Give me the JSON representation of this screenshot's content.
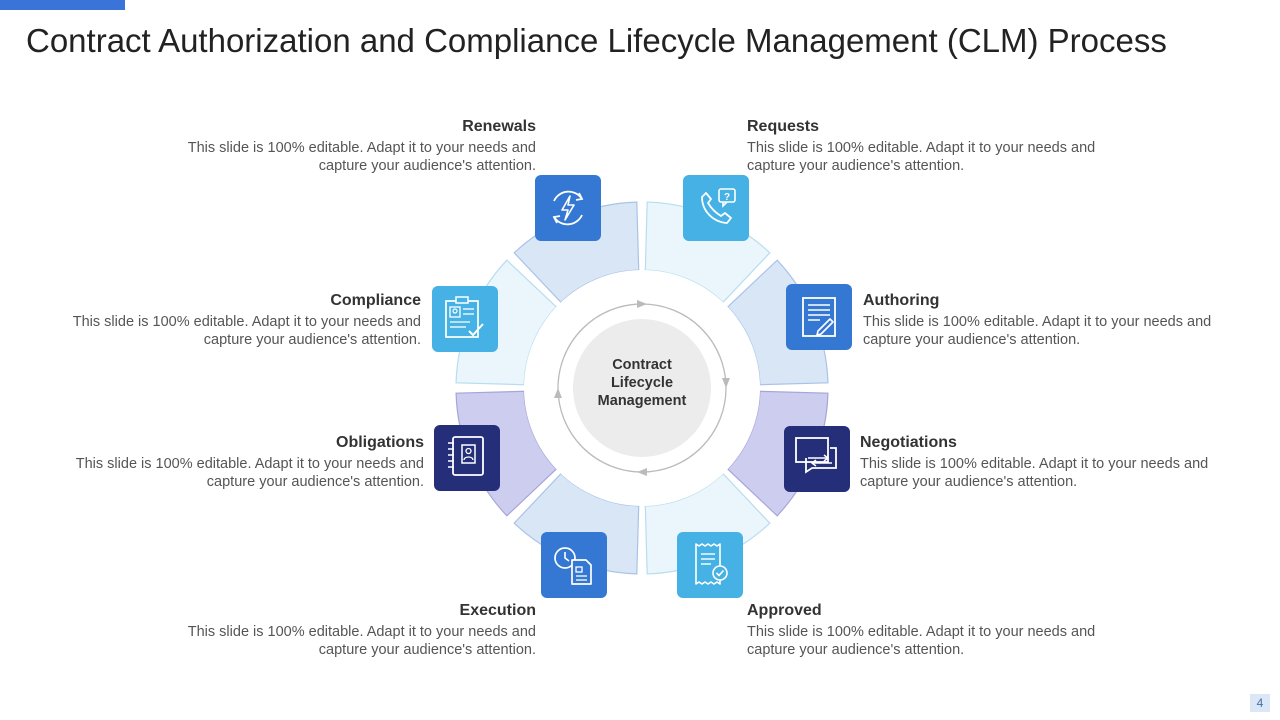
{
  "title": "Contract Authorization and Compliance Lifecycle Management (CLM) Process",
  "center": {
    "line1": "Contract",
    "line2": "Lifecycle",
    "line3": "Management"
  },
  "page_number": "4",
  "colors": {
    "accent": "#3a74d8",
    "dark_navy": "#252e78",
    "mid_blue": "#3478d4",
    "light_blue": "#45b1e5"
  },
  "stages": [
    {
      "label": "Requests",
      "desc1": "This slide is 100% editable. Adapt it to your needs and",
      "desc2": "capture your audience's attention.",
      "icon": "phone-question-icon"
    },
    {
      "label": "Authoring",
      "desc1": "This slide is 100% editable. Adapt it to your needs and",
      "desc2": "capture your audience's attention.",
      "icon": "document-pen-icon"
    },
    {
      "label": "Negotiations",
      "desc1": "This slide is 100% editable. Adapt it to your needs and",
      "desc2": "capture your audience's attention.",
      "icon": "chat-exchange-icon"
    },
    {
      "label": "Approved",
      "desc1": "This slide is 100% editable. Adapt it to your needs and",
      "desc2": "capture your audience's attention.",
      "icon": "receipt-check-icon"
    },
    {
      "label": "Execution",
      "desc1": "This slide is 100% editable. Adapt it to your needs and",
      "desc2": "capture your audience's attention.",
      "icon": "clock-document-icon"
    },
    {
      "label": "Obligations",
      "desc1": "This slide is 100% editable. Adapt it to your needs and",
      "desc2": "capture your audience's attention.",
      "icon": "notebook-id-icon"
    },
    {
      "label": "Compliance",
      "desc1": "This slide is 100% editable. Adapt it to your needs and",
      "desc2": "capture your audience's attention.",
      "icon": "clipboard-check-icon"
    },
    {
      "label": "Renewals",
      "desc1": "This slide is 100% editable. Adapt it to your needs and",
      "desc2": "capture your audience's attention.",
      "icon": "renew-lightning-icon"
    }
  ]
}
